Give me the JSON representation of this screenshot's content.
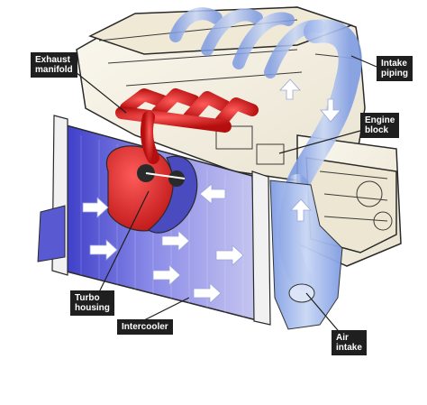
{
  "labels": {
    "exhaust_manifold": [
      "Exhaust",
      "manifold"
    ],
    "intake_piping": [
      "Intake",
      "piping"
    ],
    "engine_block": [
      "Engine",
      "block"
    ],
    "turbo_housing": [
      "Turbo",
      "housing"
    ],
    "intercooler": [
      "Intercooler"
    ],
    "air_intake": [
      "Air",
      "intake"
    ]
  },
  "colors": {
    "label_bg": "#1f1f1f",
    "label_text": "#ffffff",
    "engine_outline": "#2a2a2a",
    "engine_fill": "#f7f3e6",
    "intercooler_fill": "#6b6ae0",
    "intercooler_light": "#c9c8f2",
    "exhaust_red": "#d81a1a",
    "airflow_blue": "#9fb6ea",
    "arrow_white": "#ffffff"
  }
}
